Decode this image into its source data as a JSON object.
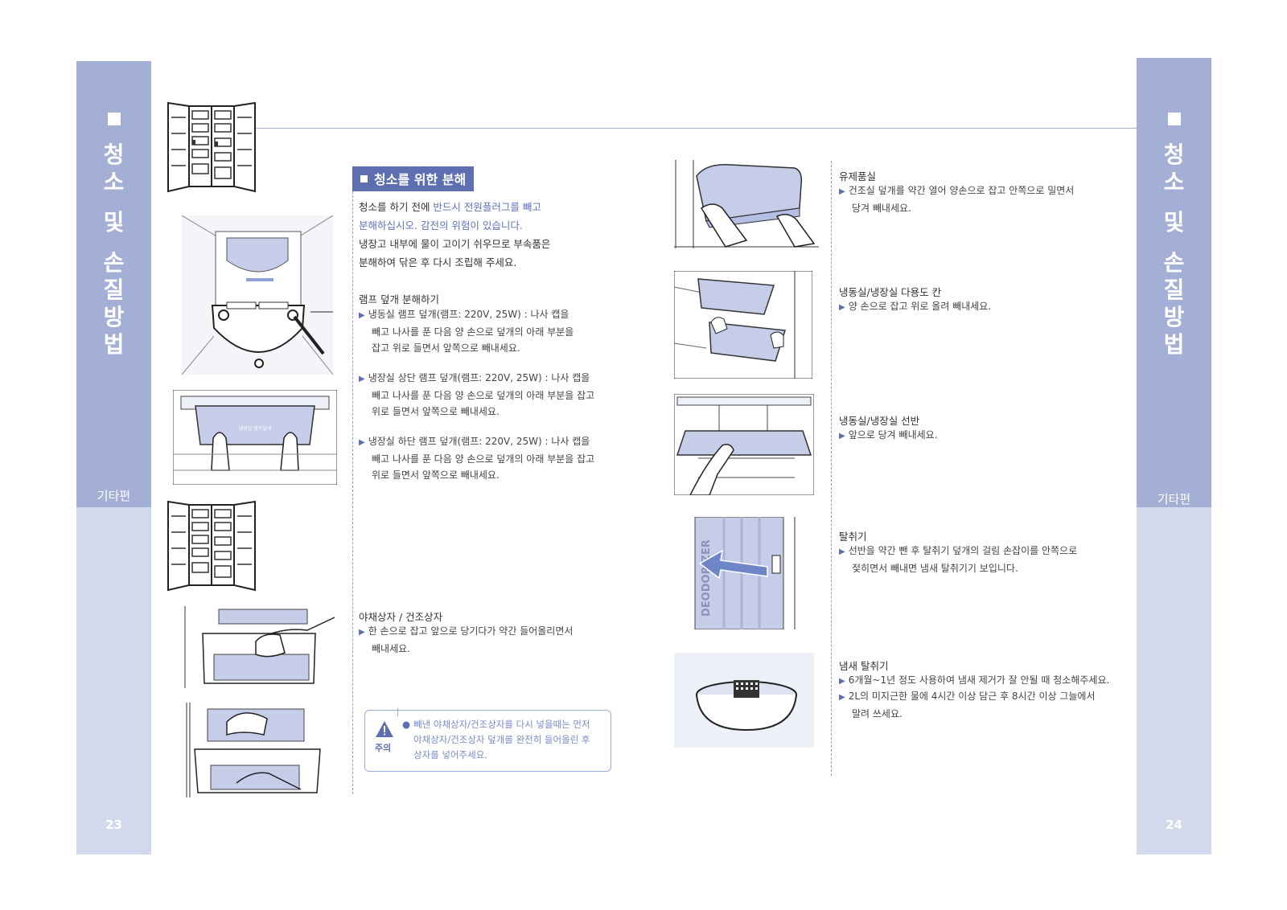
{
  "left_tab": {
    "title_chars": [
      "청",
      "소",
      "및",
      "손",
      "질",
      "방",
      "법"
    ],
    "category": "기타편",
    "page_number": "23"
  },
  "right_tab": {
    "title_chars": [
      "청",
      "소",
      "및",
      "손",
      "질",
      "방",
      "법"
    ],
    "category": "기타편",
    "page_number": "24"
  },
  "section": {
    "title": "청소를 위한 분해",
    "intro": {
      "line1_a": "청소를 하기 전에 ",
      "line1_b": "반드시 전원플러그를 빼고",
      "line2": "분해하십시오. 감전의 위험이 있습니다.",
      "line3": "냉장고 내부에 물이 고이기 쉬우므로 부속품은",
      "line4": "분해하여 닦은 후 다시 조립해 주세요."
    }
  },
  "lamp": {
    "heading": "램프 덮개 분해하기",
    "items": [
      {
        "l1": "냉동실 램프 덮개(램프: 220V, 25W) : 나사 캡을",
        "l2": "빼고 나사를 푼 다음 양 손으로 덮개의 아래 부분을",
        "l3": "잡고 위로 들면서 앞쪽으로 빼내세요."
      },
      {
        "l1": "냉장실 상단 램프 덮개(램프: 220V, 25W) : 나사 캡을",
        "l2": "빼고 나사를 푼 다음 양 손으로 덮개의 아래 부분을 잡고",
        "l3": "위로 들면서 앞쪽으로 빼내세요."
      },
      {
        "l1": "냉장실 하단 램프 덮개(램프: 220V, 25W) : 나사 캡을",
        "l2": "빼고 나사를 푼 다음 양 손으로 덮개의 아래 부분을 잡고",
        "l3": "위로 들면서 앞쪽으로 빼내세요."
      }
    ]
  },
  "veg": {
    "heading": "야채상자 / 건조상자",
    "l1": "한 손으로 잡고 앞으로 당기다가 약간 들어올리면서",
    "l2": "빼내세요."
  },
  "caution": {
    "label": "주의",
    "l1": "빼낸 야채상자/건조상자를 다시 넣을때는 먼저",
    "l2": "야채상자/건조상자 덮개를 완전히 들어올린 후",
    "l3": "상자를 넣어주세요."
  },
  "right_items": [
    {
      "heading": "유제품실",
      "l1": "건조실 덮개를 약간 열어 양손으로 잡고 안쪽으로 밀면서",
      "l2": "당겨 빼내세요."
    },
    {
      "heading": "냉동실/냉장실 다용도 칸",
      "l1": "양 손으로 잡고 위로 올려 빼내세요.",
      "l2": ""
    },
    {
      "heading": "냉동실/냉장실 선반",
      "l1": "앞으로 당겨 빼내세요.",
      "l2": ""
    },
    {
      "heading": "탈취기",
      "l1": "선반을 약간 뺀 후 탈취기 덮개의 걸림 손잡이를 안쪽으로",
      "l2": "젖히면서 빼내면 냄새 탈취기기 보입니다."
    }
  ],
  "odor": {
    "heading": "냄새 탈취기",
    "b1": "6개월~1년 정도 사용하여 냄새 제거가 잘 안될 때 청소해주세요.",
    "b2_l1": "2L의 미지근한 물에 4시간 이상 담근 후 8시간 이상 그늘에서",
    "b2_l2": "말려 쓰세요."
  },
  "illustration_labels": {
    "lamp_cover_text": "냉장실 램프덮개",
    "deodorizer_text": "DEODORIZER"
  },
  "colors": {
    "tab_dark": "#a3afd4",
    "tab_light": "#d3d9ec",
    "accent": "#5d6fb0",
    "link_blue": "#5d72b8"
  }
}
